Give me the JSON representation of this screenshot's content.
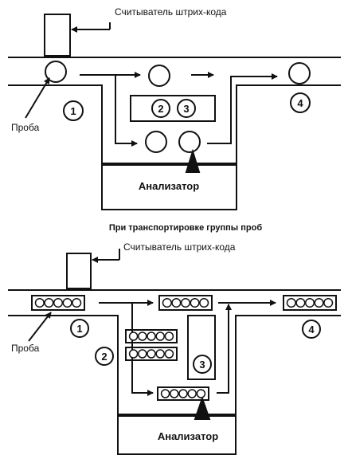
{
  "top": {
    "barcode_reader_label": "Считыватель штрих-кода",
    "sample_label": "Проба",
    "analyzer_label": "Анализатор",
    "positions": [
      "1",
      "2",
      "3",
      "4"
    ]
  },
  "caption": "При транспортировке группы проб",
  "bottom": {
    "barcode_reader_label": "Считыватель штрих-кода",
    "sample_label": "Проба",
    "analyzer_label": "Анализатор",
    "positions": [
      "1",
      "2",
      "3",
      "4"
    ]
  }
}
